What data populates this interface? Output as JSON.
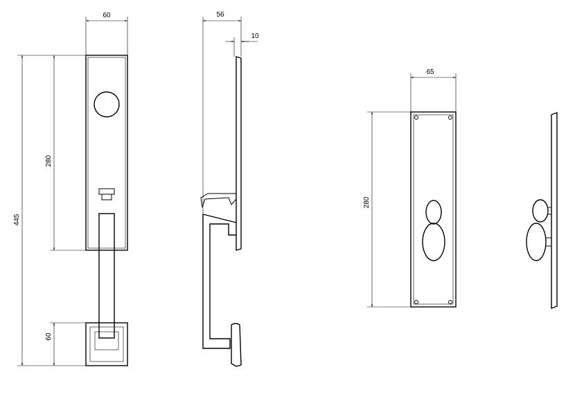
{
  "dimensions": {
    "front_width": "60",
    "front_total_height": "445",
    "front_plate_height": "280",
    "front_base_height": "60",
    "side_depth": "56",
    "side_thickness": "10",
    "plate_width": "65",
    "plate_height": "280"
  }
}
